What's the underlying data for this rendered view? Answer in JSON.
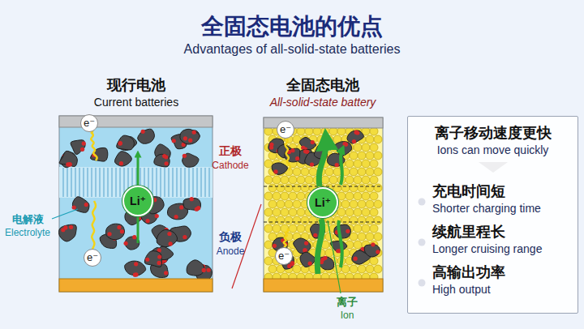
{
  "diagram": {
    "title": "全固态电池的优点",
    "nodes": [
      {
        "text": [
          "现行电池",
          "Current batteries"
        ]
      },
      {
        "text": [
          "e⁻"
        ],
        "in": 0
      },
      {
        "text": [
          "Li⁺"
        ],
        "in": 0
      },
      {
        "text": [
          "e⁻"
        ],
        "in": 0
      },
      {
        "text": [
          "全固态电池",
          "All-solid-state battery"
        ]
      },
      {
        "text": [
          "e⁻"
        ],
        "in": 4
      },
      {
        "text": [
          "Li⁺"
        ],
        "in": 4
      },
      {
        "text": [
          "e⁻"
        ],
        "in": 4
      },
      {
        "text": [
          "离子移动速度更快",
          "Ions can move quickly",
          "充电时间短",
          "Shorter charging time",
          "续航里程长",
          "Longer cruising range",
          "高输出功率",
          "High output"
        ]
      }
    ],
    "labels": [
      "Advantages of all-solid-state batteries",
      "正极",
      "Cathode",
      "负极",
      "Anode",
      "电解液",
      "Electrolyte",
      "离子",
      "Ion"
    ]
  }
}
